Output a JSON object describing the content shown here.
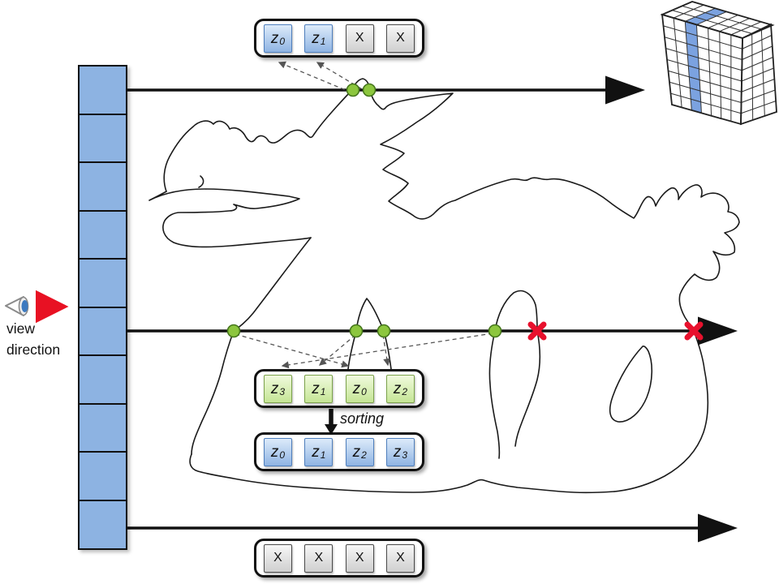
{
  "colors": {
    "cell_blue": "#8db3e2",
    "slot_blue_light": "#ddebfa",
    "slot_blue_dark": "#8fb4e3",
    "slot_blue_border": "#4f7fbd",
    "slot_green_light": "#f0fadd",
    "slot_green_dark": "#c5e595",
    "slot_green_border": "#7ca24c",
    "slot_gray_light": "#f7f7f7",
    "slot_gray_dark": "#cfcfcf",
    "slot_gray_border": "#4a4a4a",
    "dot_green": "#8cc63e",
    "dot_green_border": "#45761c",
    "cross_red": "#e8112d",
    "view_arrow_red": "#e81123",
    "ink": "#111111",
    "voxel_highlight": "#7ba2e0"
  },
  "view_indicator": {
    "line1": "view",
    "line2": "direction"
  },
  "pixel_column": {
    "cell_count": 10
  },
  "buffers": {
    "top": {
      "slots": [
        {
          "base": "z",
          "sub": "0"
        },
        {
          "base": "z",
          "sub": "1"
        },
        {
          "base": "X"
        },
        {
          "base": "X"
        }
      ]
    },
    "unsorted": {
      "slots": [
        {
          "base": "z",
          "sub": "3"
        },
        {
          "base": "z",
          "sub": "1"
        },
        {
          "base": "z",
          "sub": "0"
        },
        {
          "base": "z",
          "sub": "2"
        }
      ]
    },
    "sorted": {
      "slots": [
        {
          "base": "z",
          "sub": "0"
        },
        {
          "base": "z",
          "sub": "1"
        },
        {
          "base": "z",
          "sub": "2"
        },
        {
          "base": "z",
          "sub": "3"
        }
      ]
    },
    "bottom": {
      "slots": [
        {
          "base": "X"
        },
        {
          "base": "X"
        },
        {
          "base": "X"
        },
        {
          "base": "X"
        }
      ]
    }
  },
  "sorting_label": "sorting"
}
